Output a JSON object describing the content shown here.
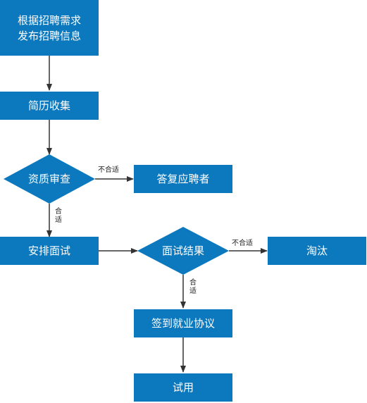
{
  "colors": {
    "node_fill": "#0C78BD",
    "node_text": "#ffffff",
    "arrow": "#333333"
  },
  "nodes": {
    "start_line1": "根据招聘需求",
    "start_line2": "发布招聘信息",
    "collect": "简历收集",
    "qualify": "资质审查",
    "reply": "答复应聘者",
    "interview": "安排面试",
    "result": "面试结果",
    "eliminate": "淘汰",
    "sign": "签到就业协议",
    "trial": "试用"
  },
  "edge_labels": {
    "qualify_fail": "不合适",
    "qualify_pass_1": "合",
    "qualify_pass_2": "适",
    "result_fail": "不合适",
    "result_pass_1": "合",
    "result_pass_2": "适"
  }
}
